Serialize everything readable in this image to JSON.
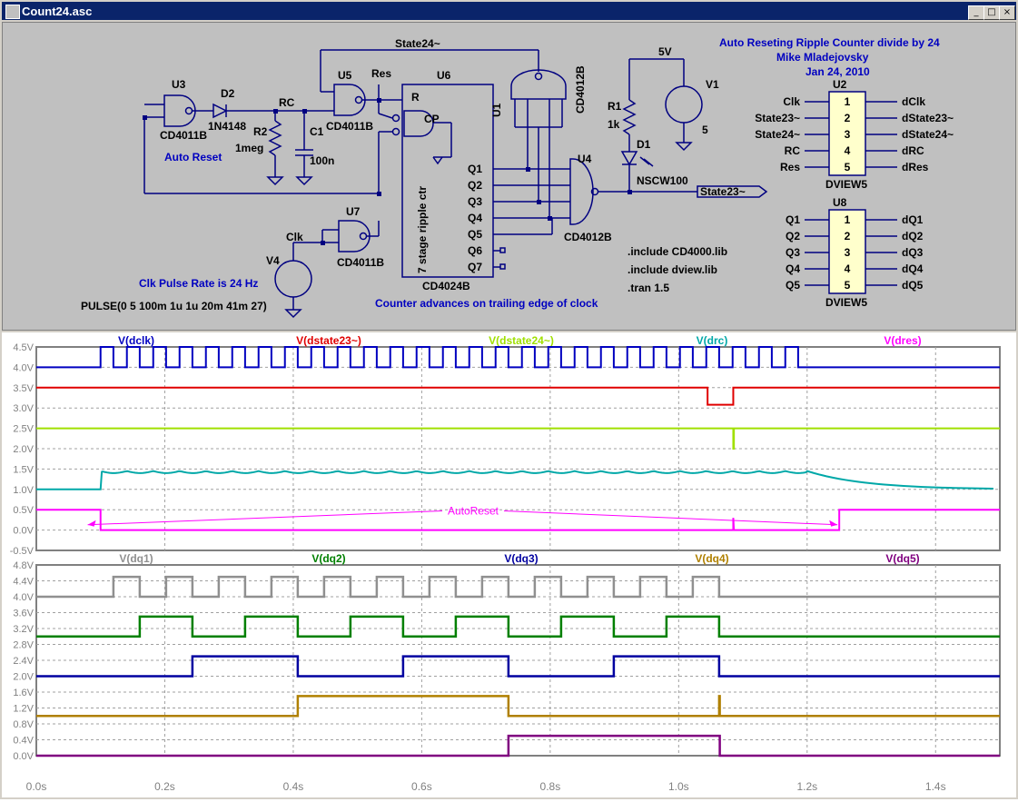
{
  "window": {
    "title": "Count24.asc",
    "min": "_",
    "max": "□",
    "close": "×"
  },
  "schematic": {
    "labels": {
      "u3": "U3",
      "u3_part": "CD4011B",
      "d2": "D2",
      "d2_part": "1N4148",
      "rc": "RC",
      "r2": "R2",
      "r2_val": "1meg",
      "c1": "C1",
      "c1_val": "100n",
      "auto_reset": "Auto Reset",
      "u5": "U5",
      "u5_part": "CD4011B",
      "res": "Res",
      "u6": "U6",
      "u6_part": "CD4024B",
      "u6_body": "7 stage ripple ctr",
      "pin_r": "R",
      "pin_cp": "CP",
      "q1": "Q1",
      "q2": "Q2",
      "q3": "Q3",
      "q4": "Q4",
      "q5": "Q5",
      "q6": "Q6",
      "q7": "Q7",
      "state24": "State24~",
      "u1": "U1",
      "u1_part": "CD4012B",
      "u4": "U4",
      "u4_part": "CD4012B",
      "state23": "State23~",
      "r1": "R1",
      "r1_val": "1k",
      "d1": "D1",
      "d1_part": "NSCW100",
      "v5": "5V",
      "v1": "V1",
      "v1_val": "5",
      "u7": "U7",
      "u7_part": "CD4011B",
      "clk": "Clk",
      "v4": "V4",
      "clk_rate": "Clk Pulse Rate is 24 Hz",
      "pulse": "PULSE(0 5 100m 1u 1u 20m 41m 27)",
      "advances": "Counter advances on trailing edge of clock",
      "include1": ".include CD4000.lib",
      "include2": ".include dview.lib",
      "tran": ".tran 1.5",
      "title1": "Auto Reseting Ripple Counter divide by 24",
      "title2": "Mike Mladejovsky",
      "title3": "Jan 24, 2010",
      "u2": "U2",
      "u8": "U8",
      "dview": "DVIEW5"
    },
    "u2_pins": [
      {
        "n": "1",
        "in": "Clk",
        "out": "dClk"
      },
      {
        "n": "2",
        "in": "State23~",
        "out": "dState23~"
      },
      {
        "n": "3",
        "in": "State24~",
        "out": "dState24~"
      },
      {
        "n": "4",
        "in": "RC",
        "out": "dRC"
      },
      {
        "n": "5",
        "in": "Res",
        "out": "dRes"
      }
    ],
    "u8_pins": [
      {
        "n": "1",
        "in": "Q1",
        "out": "dQ1"
      },
      {
        "n": "2",
        "in": "Q2",
        "out": "dQ2"
      },
      {
        "n": "3",
        "in": "Q3",
        "out": "dQ3"
      },
      {
        "n": "4",
        "in": "Q4",
        "out": "dQ4"
      },
      {
        "n": "5",
        "in": "Q5",
        "out": "dQ5"
      }
    ]
  },
  "chart_data": [
    {
      "type": "line",
      "ylim": [
        -0.5,
        4.5
      ],
      "yticks": [
        "4.5V",
        "4.0V",
        "3.5V",
        "3.0V",
        "2.5V",
        "2.0V",
        "1.5V",
        "1.0V",
        "0.5V",
        "0.0V",
        "-0.5V"
      ],
      "xlim": [
        0,
        1.5
      ],
      "grid": true,
      "annotation": "AutoReset",
      "series": [
        {
          "name": "V(dclk)",
          "color": "#0000c0",
          "kind": "clock",
          "high": 4.5,
          "low": 4.0,
          "start": 0.1,
          "period": 0.041,
          "width": 0.02,
          "count": 27
        },
        {
          "name": "V(dstate23~)",
          "color": "#e00000",
          "kind": "pulse",
          "high": 3.5,
          "low": 3.08,
          "pulse_start": 1.045,
          "pulse_end": 1.085
        },
        {
          "name": "V(dstate24~)",
          "color": "#a0e000",
          "kind": "pulse",
          "high": 2.5,
          "low": 2.0,
          "pulse_start": 1.085,
          "pulse_end": 1.086
        },
        {
          "name": "V(drc)",
          "color": "#00a8a8",
          "kind": "rc",
          "base": 1.0,
          "level": 1.45
        },
        {
          "name": "V(dres)",
          "color": "#ff00ff",
          "kind": "res",
          "high": 0.5,
          "low": 0.0,
          "fall": 0.1,
          "rise": 1.25
        }
      ]
    },
    {
      "type": "line",
      "ylim": [
        0,
        4.8
      ],
      "yticks": [
        "4.8V",
        "4.4V",
        "4.0V",
        "3.6V",
        "3.2V",
        "2.8V",
        "2.4V",
        "2.0V",
        "1.6V",
        "1.2V",
        "0.8V",
        "0.4V",
        "0.0V"
      ],
      "xlim": [
        0,
        1.5
      ],
      "xticks": [
        "0.0s",
        "0.2s",
        "0.4s",
        "0.6s",
        "0.8s",
        "1.0s",
        "1.2s",
        "1.4s"
      ],
      "grid": true,
      "series": [
        {
          "name": "V(dq1)",
          "color": "#909090",
          "bit": 0,
          "high": 4.5,
          "low": 4.0
        },
        {
          "name": "V(dq2)",
          "color": "#008000",
          "bit": 1,
          "high": 3.5,
          "low": 3.0
        },
        {
          "name": "V(dq3)",
          "color": "#0000a0",
          "bit": 2,
          "high": 2.5,
          "low": 2.0
        },
        {
          "name": "V(dq4)",
          "color": "#b08000",
          "bit": 3,
          "high": 1.5,
          "low": 1.0
        },
        {
          "name": "V(dq5)",
          "color": "#800080",
          "bit": 4,
          "high": 0.5,
          "low": 0.0
        }
      ]
    }
  ]
}
